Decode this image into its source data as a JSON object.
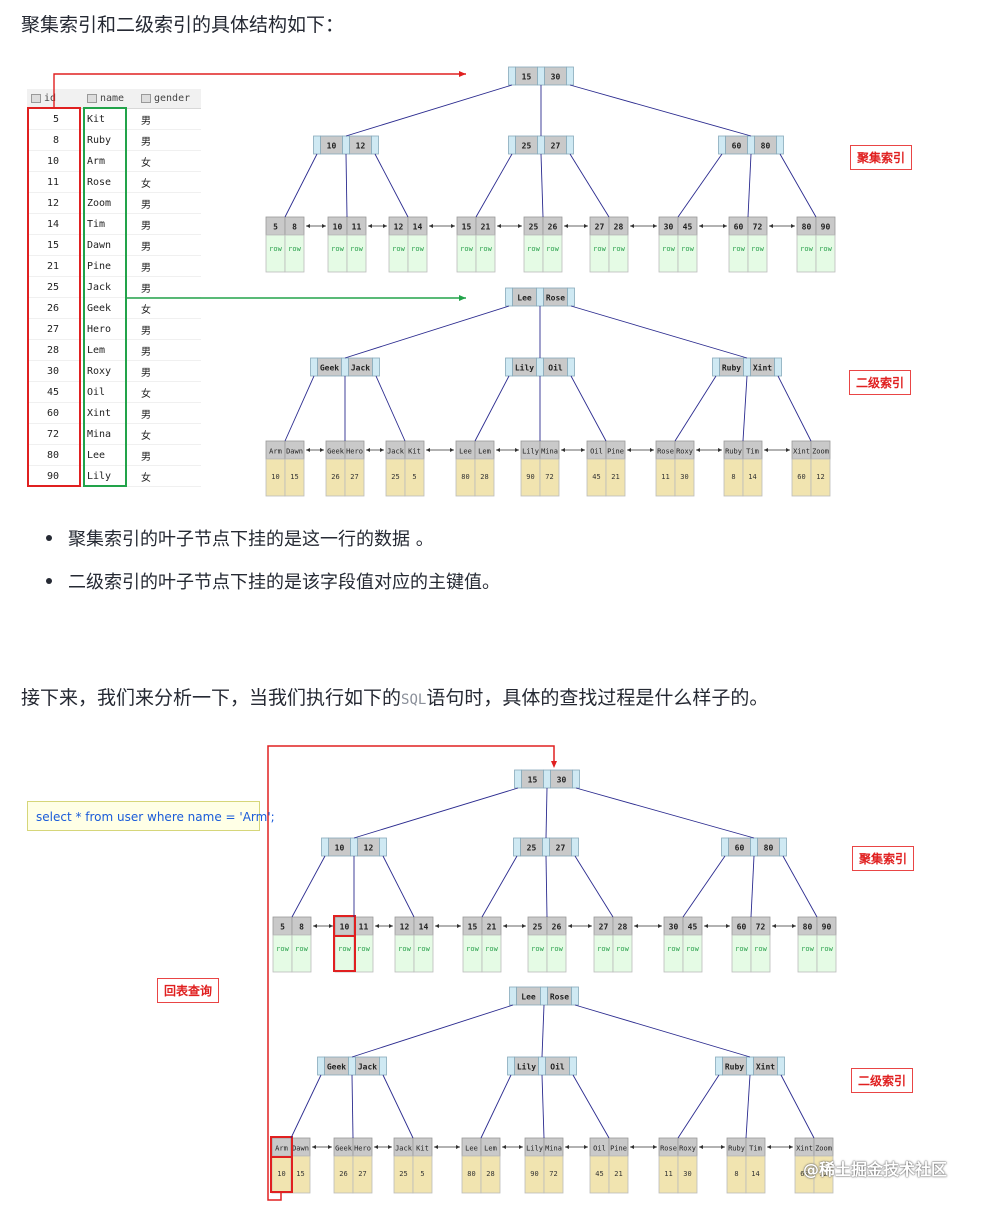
{
  "heading1": "聚集索引和二级索引的具体结构如下：",
  "bullets": [
    "聚集索引的叶子节点下挂的是这一行的数据 。",
    "二级索引的叶子节点下挂的是该字段值对应的主键值。"
  ],
  "heading2": {
    "before": "接下来，我们来分析一下，当我们执行如下的",
    "sql_word": "SQL",
    "after": "语句时，具体的查找过程是什么样子的。"
  },
  "table": {
    "columns": [
      "id",
      "name",
      "gender"
    ],
    "rows": [
      [
        "5",
        "Kit",
        "男"
      ],
      [
        "8",
        "Ruby",
        "男"
      ],
      [
        "10",
        "Arm",
        "女"
      ],
      [
        "11",
        "Rose",
        "女"
      ],
      [
        "12",
        "Zoom",
        "男"
      ],
      [
        "14",
        "Tim",
        "男"
      ],
      [
        "15",
        "Dawn",
        "男"
      ],
      [
        "21",
        "Pine",
        "男"
      ],
      [
        "25",
        "Jack",
        "男"
      ],
      [
        "26",
        "Geek",
        "女"
      ],
      [
        "27",
        "Hero",
        "男"
      ],
      [
        "28",
        "Lem",
        "男"
      ],
      [
        "30",
        "Roxy",
        "男"
      ],
      [
        "45",
        "Oil",
        "女"
      ],
      [
        "60",
        "Xint",
        "男"
      ],
      [
        "72",
        "Mina",
        "女"
      ],
      [
        "80",
        "Lee",
        "男"
      ],
      [
        "90",
        "Lily",
        "女"
      ]
    ]
  },
  "labels": {
    "clustered": "聚集索引",
    "secondary": "二级索引",
    "lookup": "回表查询"
  },
  "sql_statement": "select * from user where name = 'Arm';",
  "clustered_tree": {
    "root": [
      "15",
      "30"
    ],
    "level2": [
      [
        "10",
        "12"
      ],
      [
        "25",
        "27"
      ],
      [
        "60",
        "80"
      ]
    ],
    "leaves": [
      [
        "5",
        "8"
      ],
      [
        "10",
        "11"
      ],
      [
        "12",
        "14"
      ],
      [
        "15",
        "21"
      ],
      [
        "25",
        "26"
      ],
      [
        "27",
        "28"
      ],
      [
        "30",
        "45"
      ],
      [
        "60",
        "72"
      ],
      [
        "80",
        "90"
      ]
    ],
    "leaf_payload": "row"
  },
  "secondary_tree": {
    "root": [
      "Lee",
      "Rose"
    ],
    "level2": [
      [
        "Geek",
        "Jack"
      ],
      [
        "Lily",
        "Oil"
      ],
      [
        "Ruby",
        "Xint"
      ]
    ],
    "leaves": [
      [
        "Arm",
        "Dawn"
      ],
      [
        "Geek",
        "Hero"
      ],
      [
        "Jack",
        "Kit"
      ],
      [
        "Lee",
        "Lem"
      ],
      [
        "Lily",
        "Mina"
      ],
      [
        "Oil",
        "Pine"
      ],
      [
        "Rose",
        "Roxy"
      ],
      [
        "Ruby",
        "Tim"
      ],
      [
        "Xint",
        "Zoom"
      ]
    ],
    "leaf_values": [
      [
        "10",
        "15"
      ],
      [
        "26",
        "27"
      ],
      [
        "25",
        "5"
      ],
      [
        "80",
        "28"
      ],
      [
        "90",
        "72"
      ],
      [
        "45",
        "21"
      ],
      [
        "11",
        "30"
      ],
      [
        "8",
        "14"
      ],
      [
        "60",
        "12"
      ]
    ]
  },
  "watermark": "@稀土掘金技术社区",
  "colors": {
    "node_key": "#c9c9c9",
    "node_pointer": "#cfe9f3",
    "row_leaf": "#e5fbe5",
    "pk_leaf": "#f1e4b0",
    "edge": "#2b2b8f",
    "highlight": "#e02020",
    "green_box": "#22a34a"
  }
}
